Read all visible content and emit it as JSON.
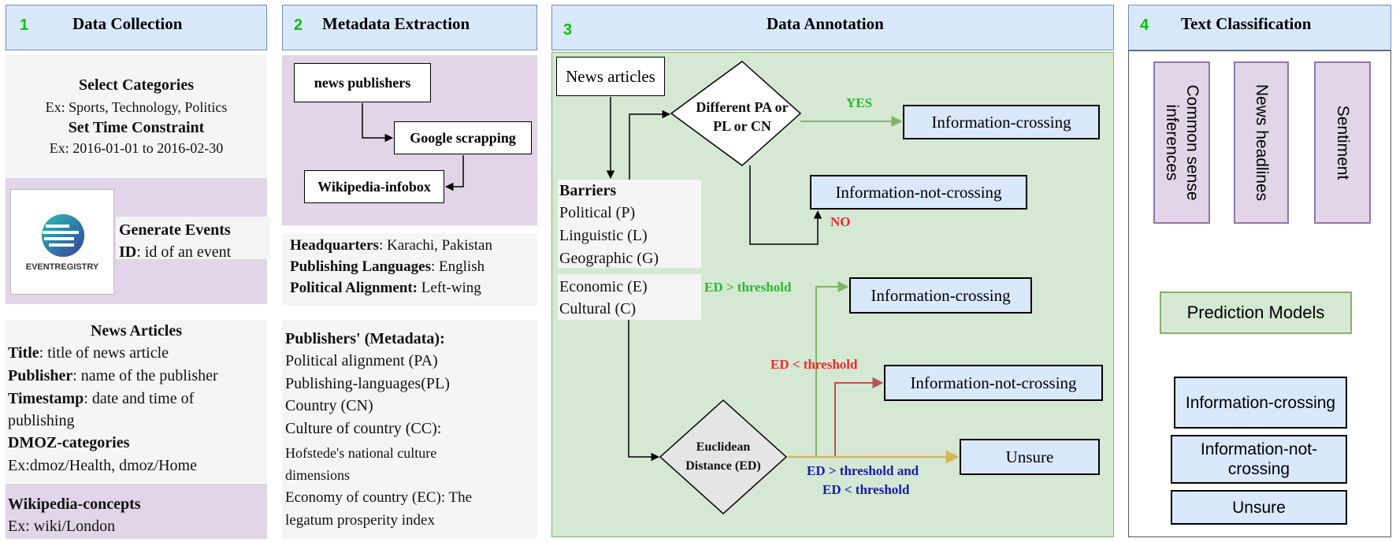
{
  "sections": [
    {
      "number": "1",
      "title": "Data Collection"
    },
    {
      "number": "2",
      "title": "Metadata Extraction"
    },
    {
      "number": "3",
      "title": "Data Annotation"
    },
    {
      "number": "4",
      "title": "Text Classification"
    }
  ],
  "collection": {
    "select_categories": "Select Categories",
    "categories_example": "Ex: Sports, Technology, Politics",
    "time_constraint": "Set Time Constraint",
    "time_example": "Ex: 2016-01-01 to 2016-02-30",
    "logo_text": "EVENTREGISTRY",
    "generate_events": "Generate Events",
    "id_label": "ID",
    "id_value": ": id of an event",
    "news_articles": "News Articles",
    "title_label": "Title",
    "title_value": ": title of news article",
    "publisher_label": "Publisher",
    "publisher_value": ": name of the publisher",
    "timestamp_label": "Timestamp",
    "timestamp_value": ": date and time of",
    "timestamp_value2": "publishing",
    "dmoz_label": "DMOZ-categories",
    "dmoz_example": "Ex:dmoz/Health, dmoz/Home",
    "wiki_label": "Wikipedia-concepts",
    "wiki_example": "Ex: wiki/London"
  },
  "metadata": {
    "news_publishers": "news publishers",
    "google_scrapping": "Google scrapping",
    "wikipedia_infobox": "Wikipedia-infobox",
    "hq_label": "Headquarters",
    "hq_value": ": Karachi, Pakistan",
    "lang_label": "Publishing Languages",
    "lang_value": ": English",
    "pol_label": "Political Alignment:",
    "pol_value": " Left-wing",
    "publishers_meta": "Publishers' (Metadata):",
    "items": [
      "Political alignment (PA)",
      "Publishing-languages(PL)",
      "Country (CN)",
      "Culture of country (CC):",
      "Hofstede's national culture",
      "dimensions",
      "Economy of country (EC): The",
      "legatum prosperity index"
    ]
  },
  "annotation": {
    "news_articles": "News articles",
    "barriers_title": "Barriers",
    "barriers": [
      "Political (P)",
      "Linguistic (L)",
      "Geographic (G)"
    ],
    "barriers2": [
      "Economic (E)",
      "Cultural (C)"
    ],
    "decision_line1": "Different PA or",
    "decision_line2": "PL or CN",
    "yes": "YES",
    "no": "NO",
    "info_crossing": "Information-crossing",
    "info_not_crossing": "Information-not-crossing",
    "ed_line1": "Euclidean",
    "ed_line2": "Distance (ED)",
    "ed_gt": "ED > threshold",
    "ed_lt": "ED < threshold",
    "ed_both_1": "ED > threshold and",
    "ed_both_2": "ED < threshold",
    "unsure": "Unsure"
  },
  "classification": {
    "inputs": [
      {
        "line1": "Common sense",
        "line2": "inferences"
      },
      {
        "line1": "News headlines",
        "line2": ""
      },
      {
        "line1": "Sentiment",
        "line2": ""
      }
    ],
    "prediction_models": "Prediction Models",
    "out_crossing": "Information-crossing",
    "out_not_crossing_1": "Information-not-",
    "out_not_crossing_2": "crossing",
    "out_unsure": "Unsure"
  },
  "colors": {
    "header_fill": "#dae8fc",
    "header_border": "#6c8ebf",
    "section_number": "#00c400",
    "purple_fill": "#e1d5e7",
    "purple_border": "#9673a6",
    "green_fill": "#d5e8d4",
    "green_border": "#82b366",
    "yes_text": "#2db82d",
    "no_text": "#e62e2e",
    "ed_gt_text": "#2db82d",
    "ed_lt_text": "#e62e2e",
    "ed_both_text": "#1a1aa8",
    "arrow_green": "#82b366",
    "arrow_red": "#b85450",
    "arrow_yellow": "#d6b656"
  }
}
